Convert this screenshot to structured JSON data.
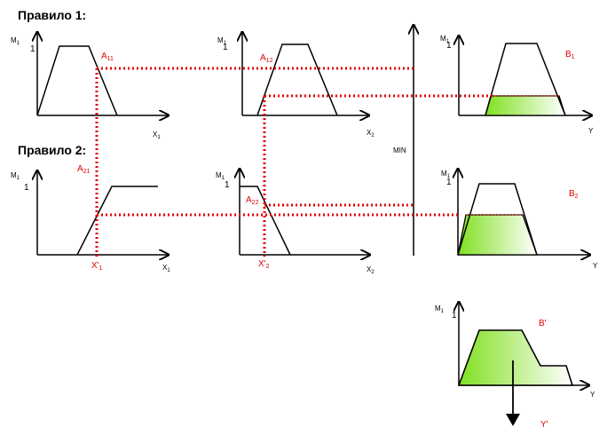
{
  "rules": {
    "rule1_title": "Правило 1:",
    "rule2_title": "Правило 2:"
  },
  "labels": {
    "mu": "M",
    "mu_sub": "1",
    "one": "1",
    "x1": "X",
    "x1_sub": "1",
    "x2": "X",
    "x2_sub": "2",
    "y": "Y",
    "min": "MIN"
  },
  "fuzzy_sets": {
    "a11_main": "A",
    "a11_sub": "11",
    "a12_main": "A",
    "a12_sub": "12",
    "a21_main": "A",
    "a21_sub": "21",
    "a22_main": "A",
    "a22_sub": "22",
    "b1_main": "B",
    "b1_sub": "1",
    "b2_main": "B",
    "b2_sub": "2",
    "bprime": "B'"
  },
  "inputs": {
    "xp1_main": "X'",
    "xp1_sub": "1",
    "xp2_main": "X'",
    "xp2_sub": "2",
    "yprime": "Y'"
  },
  "colors": {
    "axis": "#000000",
    "projection": "#e00000",
    "fill_start": "#80e020",
    "fill_end": "#ffffff"
  }
}
